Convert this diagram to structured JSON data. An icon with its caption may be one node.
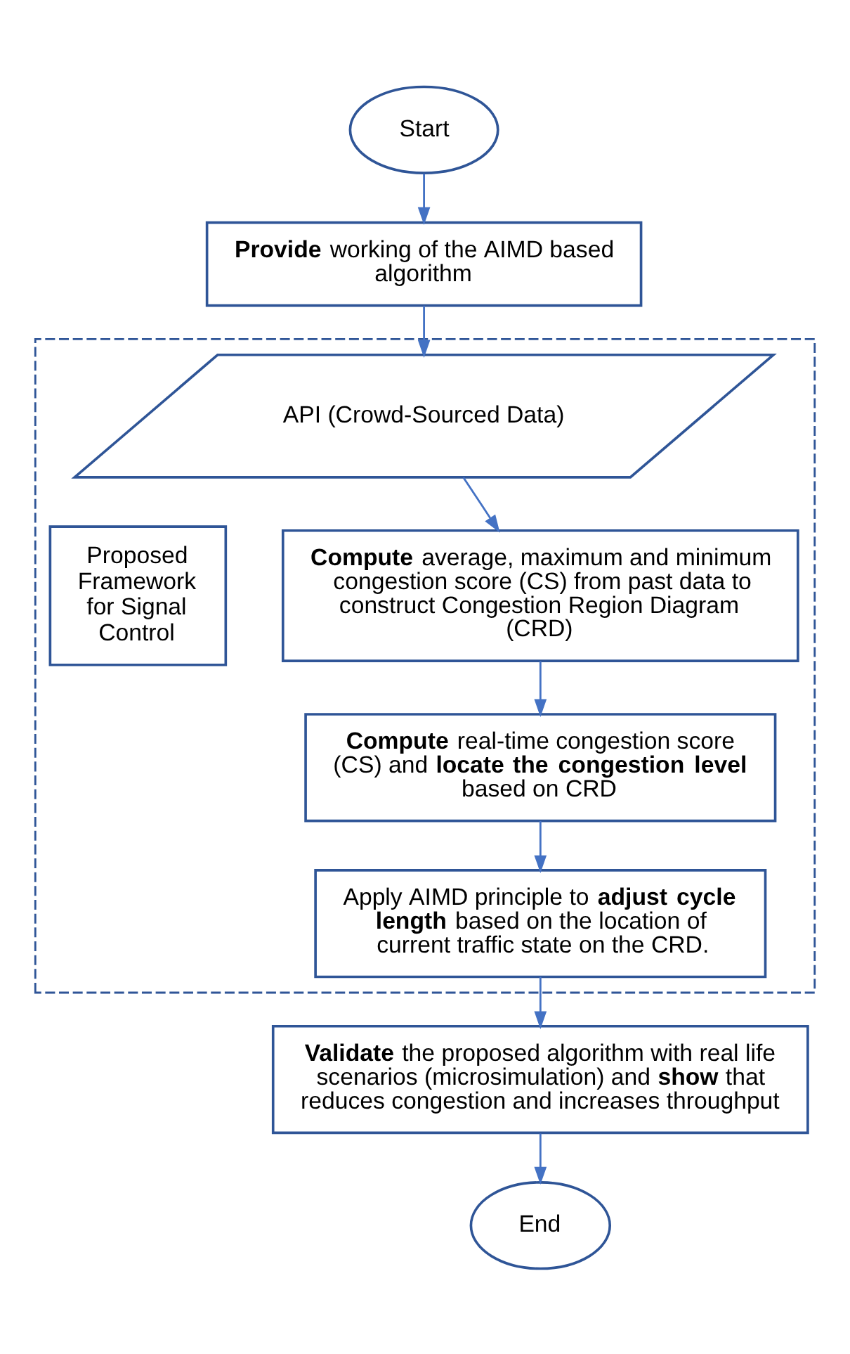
{
  "diagram": {
    "nodes": [
      {
        "text": [
          "Start"
        ]
      },
      {
        "text": [
          "**Provide** working of the AIMD based algorithm"
        ]
      },
      {
        "text": [],
        "shape": "box"
      },
      {
        "text": [
          "Proposed Framework for Signal Control"
        ],
        "in": 2
      },
      {
        "text": [
          "API (Crowd-Sourced Data)"
        ],
        "in": 2
      },
      {
        "text": [
          "**Compute** average, maximum and minimum congestion score (CS) from past data to construct Congestion Region Diagram (CRD)"
        ],
        "in": 2
      },
      {
        "text": [
          "**Compute** real-time congestion score (CS) and **locate the congestion level** based on CRD"
        ],
        "in": 2
      },
      {
        "text": [
          "Apply AIMD principle to **adjust cycle length** based on the location of current traffic state on the CRD."
        ],
        "in": 2
      },
      {
        "text": [
          "**Validate** the proposed algorithm with real life scenarios (microsimulation) and **show** that reduces congestion and increases throughput"
        ]
      },
      {
        "text": [
          "End"
        ]
      }
    ],
    "edges": [
      {
        "from": 0,
        "to": 1,
        "arrow": "to"
      },
      {
        "from": 1,
        "to": 4,
        "arrow": "to"
      },
      {
        "from": 4,
        "to": 5,
        "arrow": "to"
      },
      {
        "from": 5,
        "to": 6,
        "arrow": "to"
      },
      {
        "from": 6,
        "to": 7,
        "arrow": "to"
      },
      {
        "from": 7,
        "to": 8,
        "arrow": "to"
      },
      {
        "from": 8,
        "to": 9,
        "arrow": "to"
      }
    ]
  }
}
